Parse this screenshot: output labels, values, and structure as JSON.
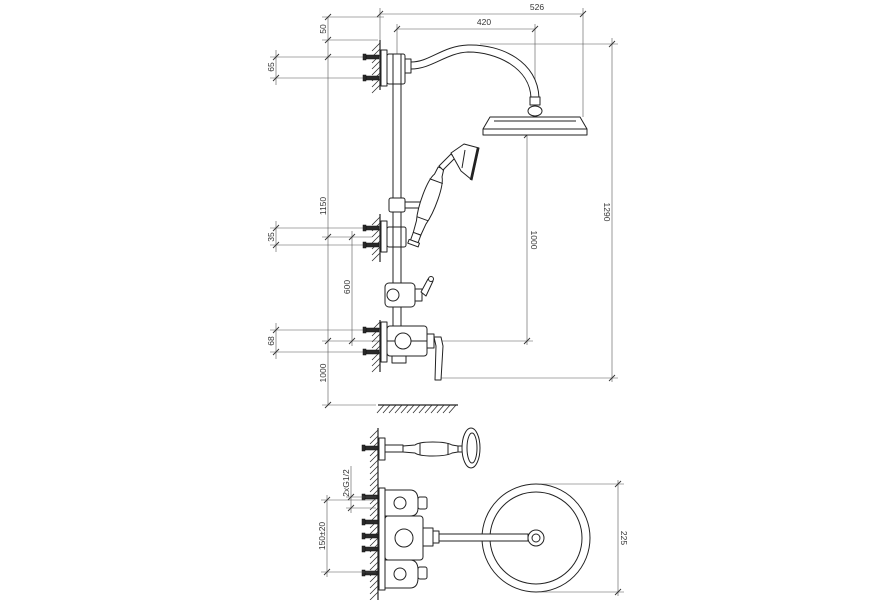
{
  "side_view": {
    "dimensions": {
      "top_outer": "526",
      "top_inner": "420",
      "left_top": "50",
      "left_bracket_upper": "65",
      "left_long": "1150",
      "left_bracket_middle": "35",
      "left_inner": "600",
      "left_bracket_lower": "68",
      "left_bottom": "1000",
      "right_outer": "1290",
      "right_inner": "1000"
    }
  },
  "top_view": {
    "dimensions": {
      "inlet_thread": "2xG1/2",
      "inlet_spacing": "150±20",
      "head_diameter": "225"
    }
  }
}
